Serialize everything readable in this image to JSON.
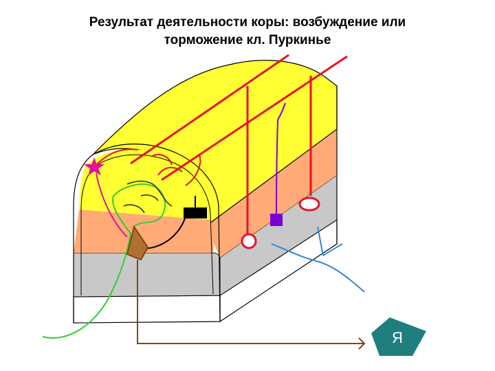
{
  "title": {
    "line1": "Результат деятельности коры: возбуждение или",
    "line2": "торможение кл. Пуркинье"
  },
  "nucleus": {
    "label": "Я"
  },
  "colors": {
    "molecular_layer": "#ffff33",
    "purkinje_layer": "#ffaa77",
    "granular_layer": "#c8c8c8",
    "white_matter": "#ffffff",
    "parallel_fibers": "#e8102a",
    "basket_cell": "#e010a0",
    "golgi_cell": "#7a00d8",
    "granule_cell": "#000000",
    "mossy_fiber": "#2e86d8",
    "climbing_fiber": "#33cc33",
    "purkinje_axon": "#7a4a12",
    "nucleus": "#1f7f7f"
  }
}
